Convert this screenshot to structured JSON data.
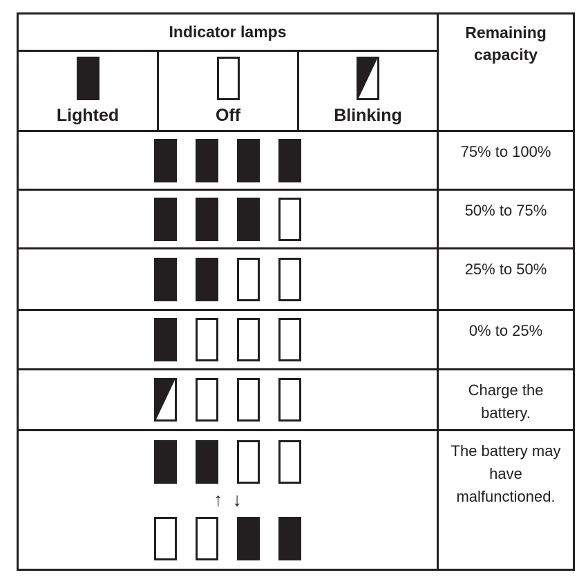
{
  "table": {
    "header": {
      "indicator_lamps": "Indicator lamps",
      "remaining_capacity": "Remaining capacity"
    },
    "legend": [
      {
        "lamps": [
          "lit"
        ],
        "label": "Lighted"
      },
      {
        "lamps": [
          "off"
        ],
        "label": "Off"
      },
      {
        "lamps": [
          "blinking"
        ],
        "label": "Blinking"
      }
    ],
    "rows": [
      {
        "lamps": [
          "lit",
          "lit",
          "lit",
          "lit"
        ],
        "capacity": "75% to 100%"
      },
      {
        "lamps": [
          "lit",
          "lit",
          "lit",
          "off"
        ],
        "capacity": "50% to 75%"
      },
      {
        "lamps": [
          "lit",
          "lit",
          "off",
          "off"
        ],
        "capacity": "25% to 50%"
      },
      {
        "lamps": [
          "lit",
          "off",
          "off",
          "off"
        ],
        "capacity": "0% to 25%"
      },
      {
        "lamps": [
          "blinking",
          "off",
          "off",
          "off"
        ],
        "capacity": "Charge the battery."
      },
      {
        "lamps_top": [
          "lit",
          "lit",
          "off",
          "off"
        ],
        "arrows": [
          "↑",
          "↓"
        ],
        "lamps_bottom": [
          "off",
          "off",
          "lit",
          "lit"
        ],
        "capacity": "The battery may have malfunctioned."
      }
    ],
    "colors": {
      "line": "#231f20",
      "lamp_fill": "#231f20",
      "background": "#ffffff"
    }
  }
}
